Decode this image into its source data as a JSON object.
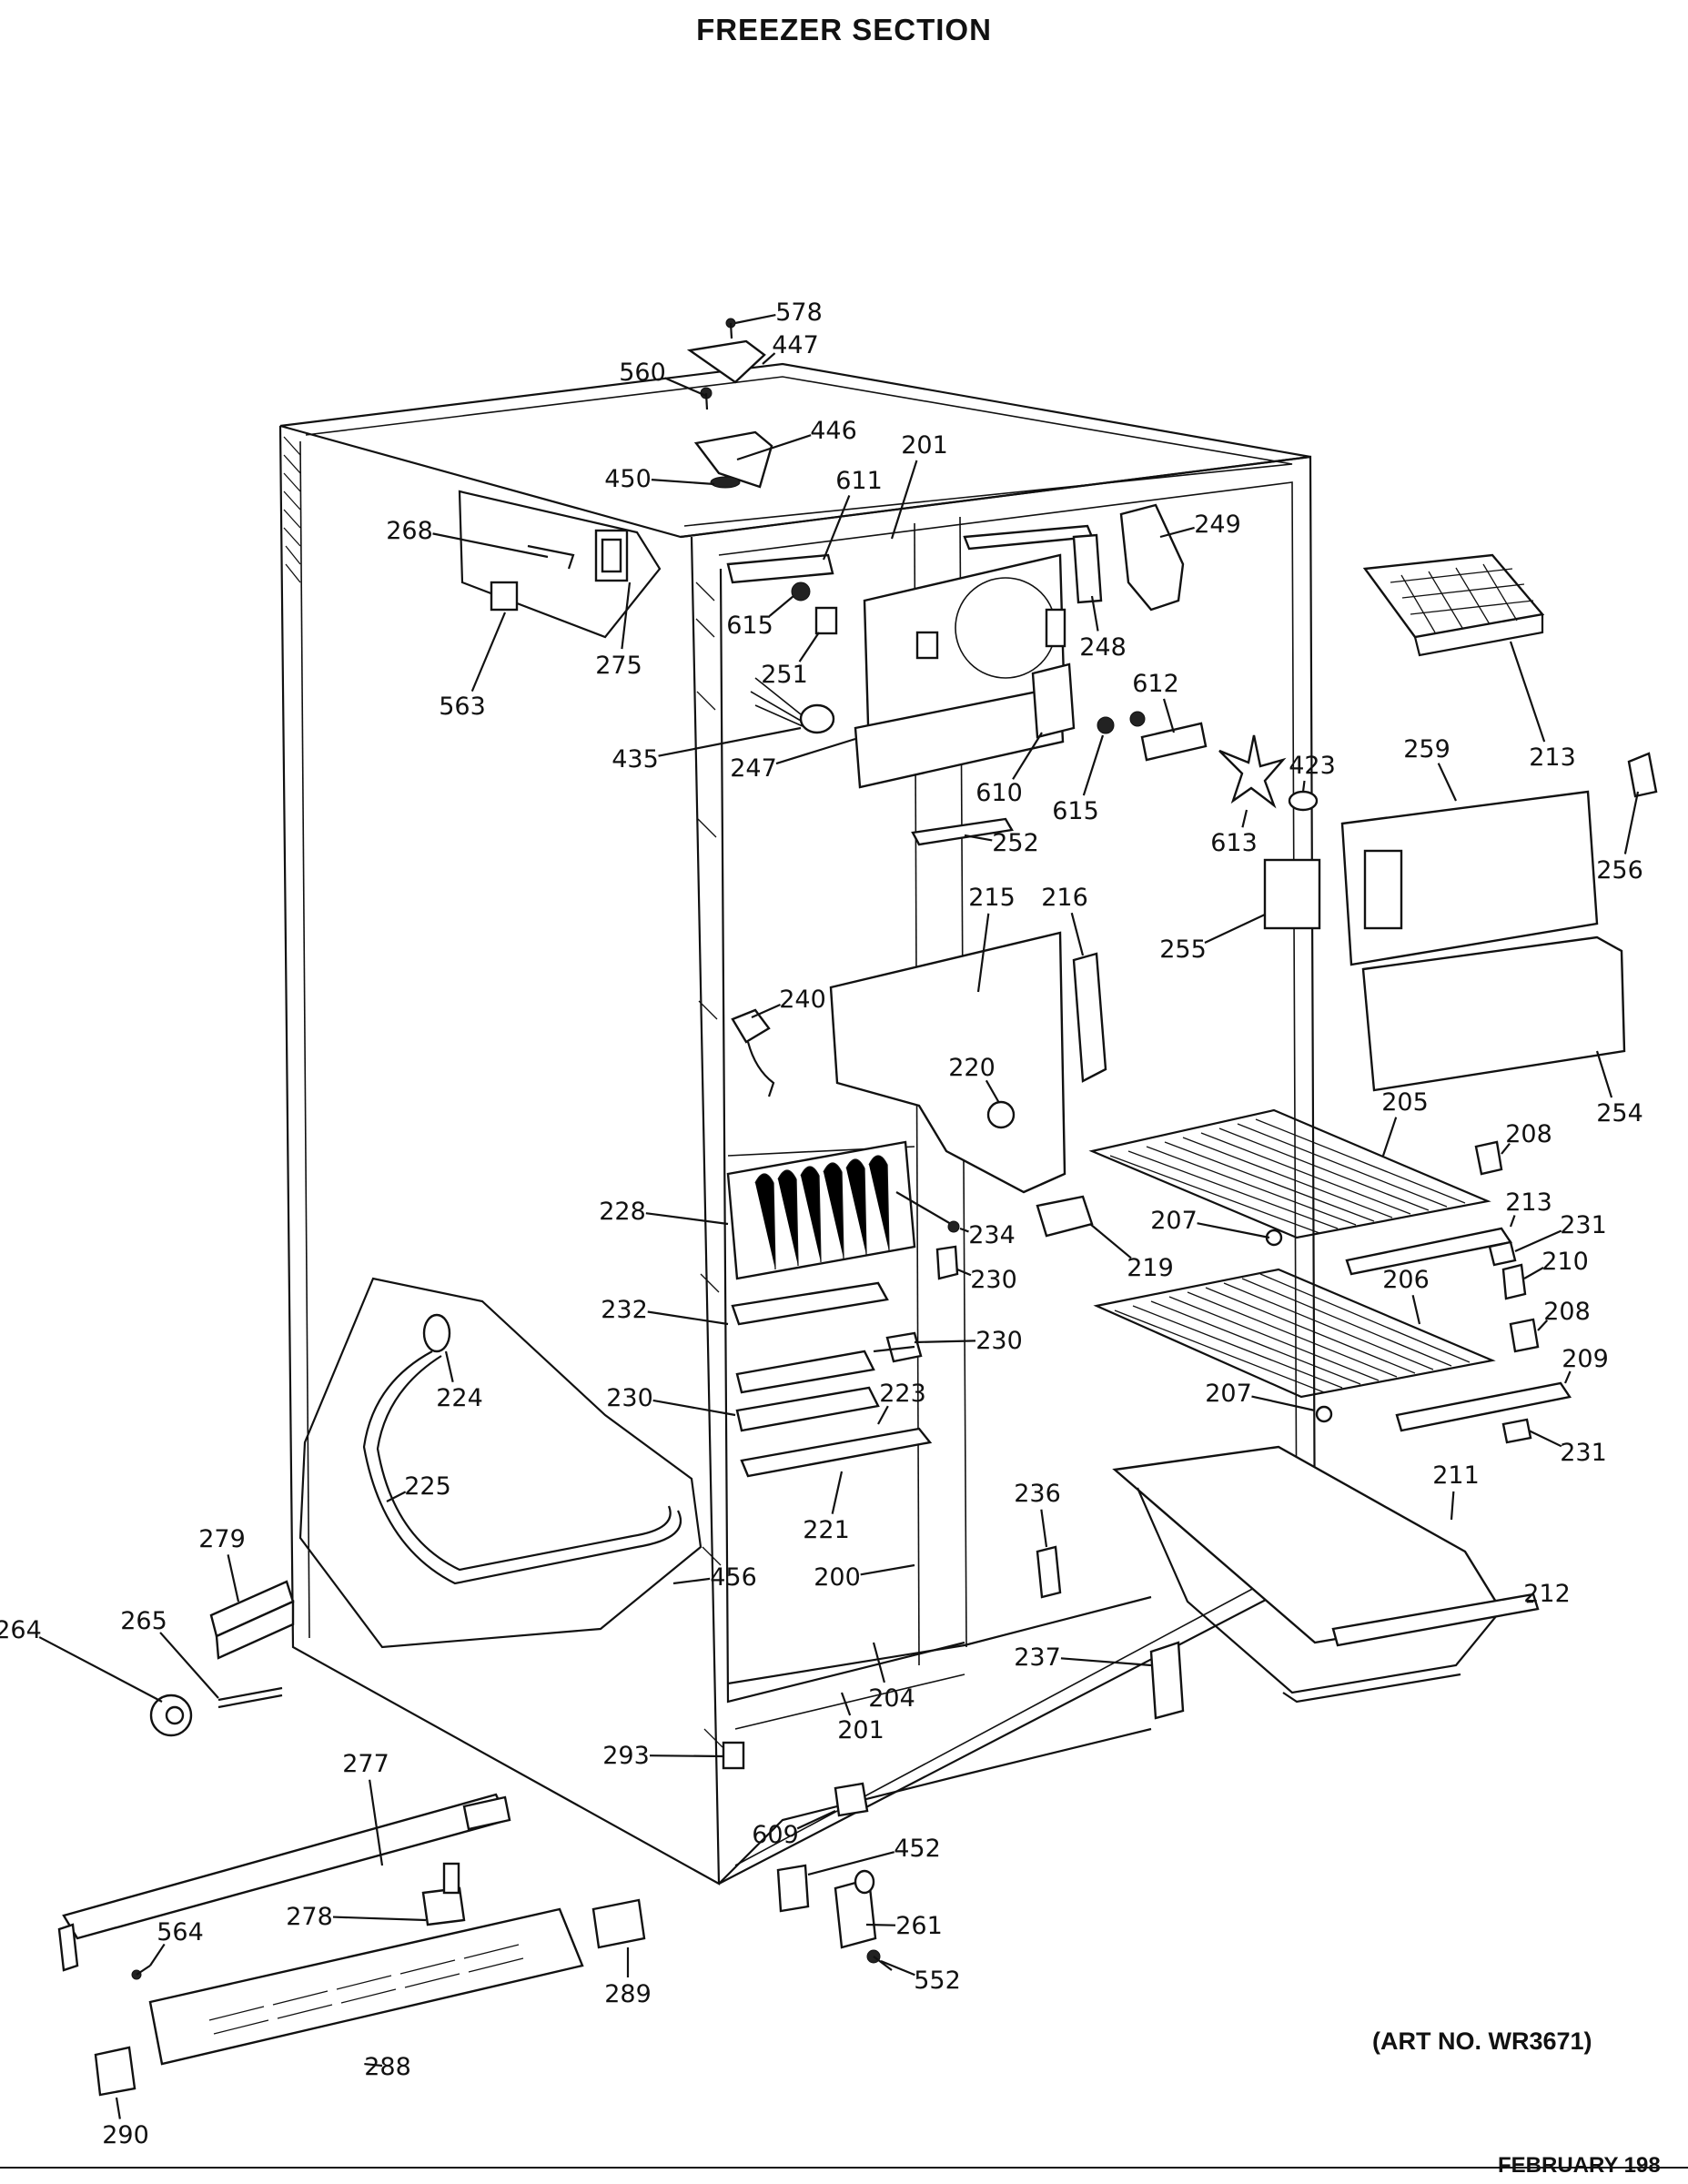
{
  "title": "FREEZER SECTION",
  "art_number": "(ART NO. WR3671)",
  "footer_date": "FEBRUARY 198",
  "part_labels": [
    "578",
    "447",
    "560",
    "446",
    "450",
    "201",
    "611",
    "268",
    "249",
    "275",
    "563",
    "615",
    "251",
    "248",
    "612",
    "435",
    "247",
    "610",
    "615",
    "423",
    "259",
    "213",
    "256",
    "613",
    "252",
    "215",
    "216",
    "255",
    "240",
    "220",
    "254",
    "205",
    "208",
    "228",
    "234",
    "219",
    "230",
    "207",
    "213",
    "231",
    "210",
    "232",
    "230",
    "206",
    "208",
    "224",
    "230",
    "223",
    "209",
    "207",
    "231",
    "225",
    "211",
    "221",
    "236",
    "279",
    "456",
    "200",
    "212",
    "264",
    "265",
    "237",
    "204",
    "201",
    "293",
    "277",
    "609",
    "452",
    "278",
    "261",
    "564",
    "552",
    "289",
    "288",
    "290"
  ],
  "colors": {
    "ink": "#111111",
    "paper": "#ffffff"
  }
}
